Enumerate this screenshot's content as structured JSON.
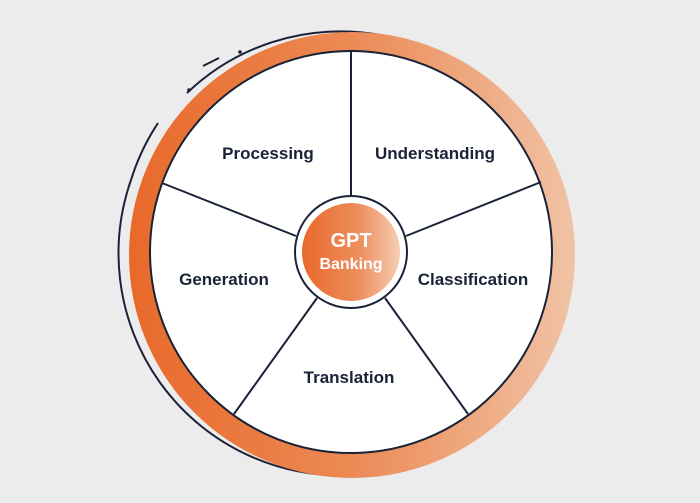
{
  "diagram": {
    "center": {
      "line1": "GPT",
      "line2": "Banking"
    },
    "segments": [
      {
        "label": "Understanding"
      },
      {
        "label": "Classification"
      },
      {
        "label": "Translation"
      },
      {
        "label": "Generation"
      },
      {
        "label": "Processing"
      }
    ]
  },
  "colors": {
    "background": "#ececec",
    "accent_orange": "#e8692a",
    "accent_light": "#f0c3a6",
    "outline": "#1a2238"
  }
}
